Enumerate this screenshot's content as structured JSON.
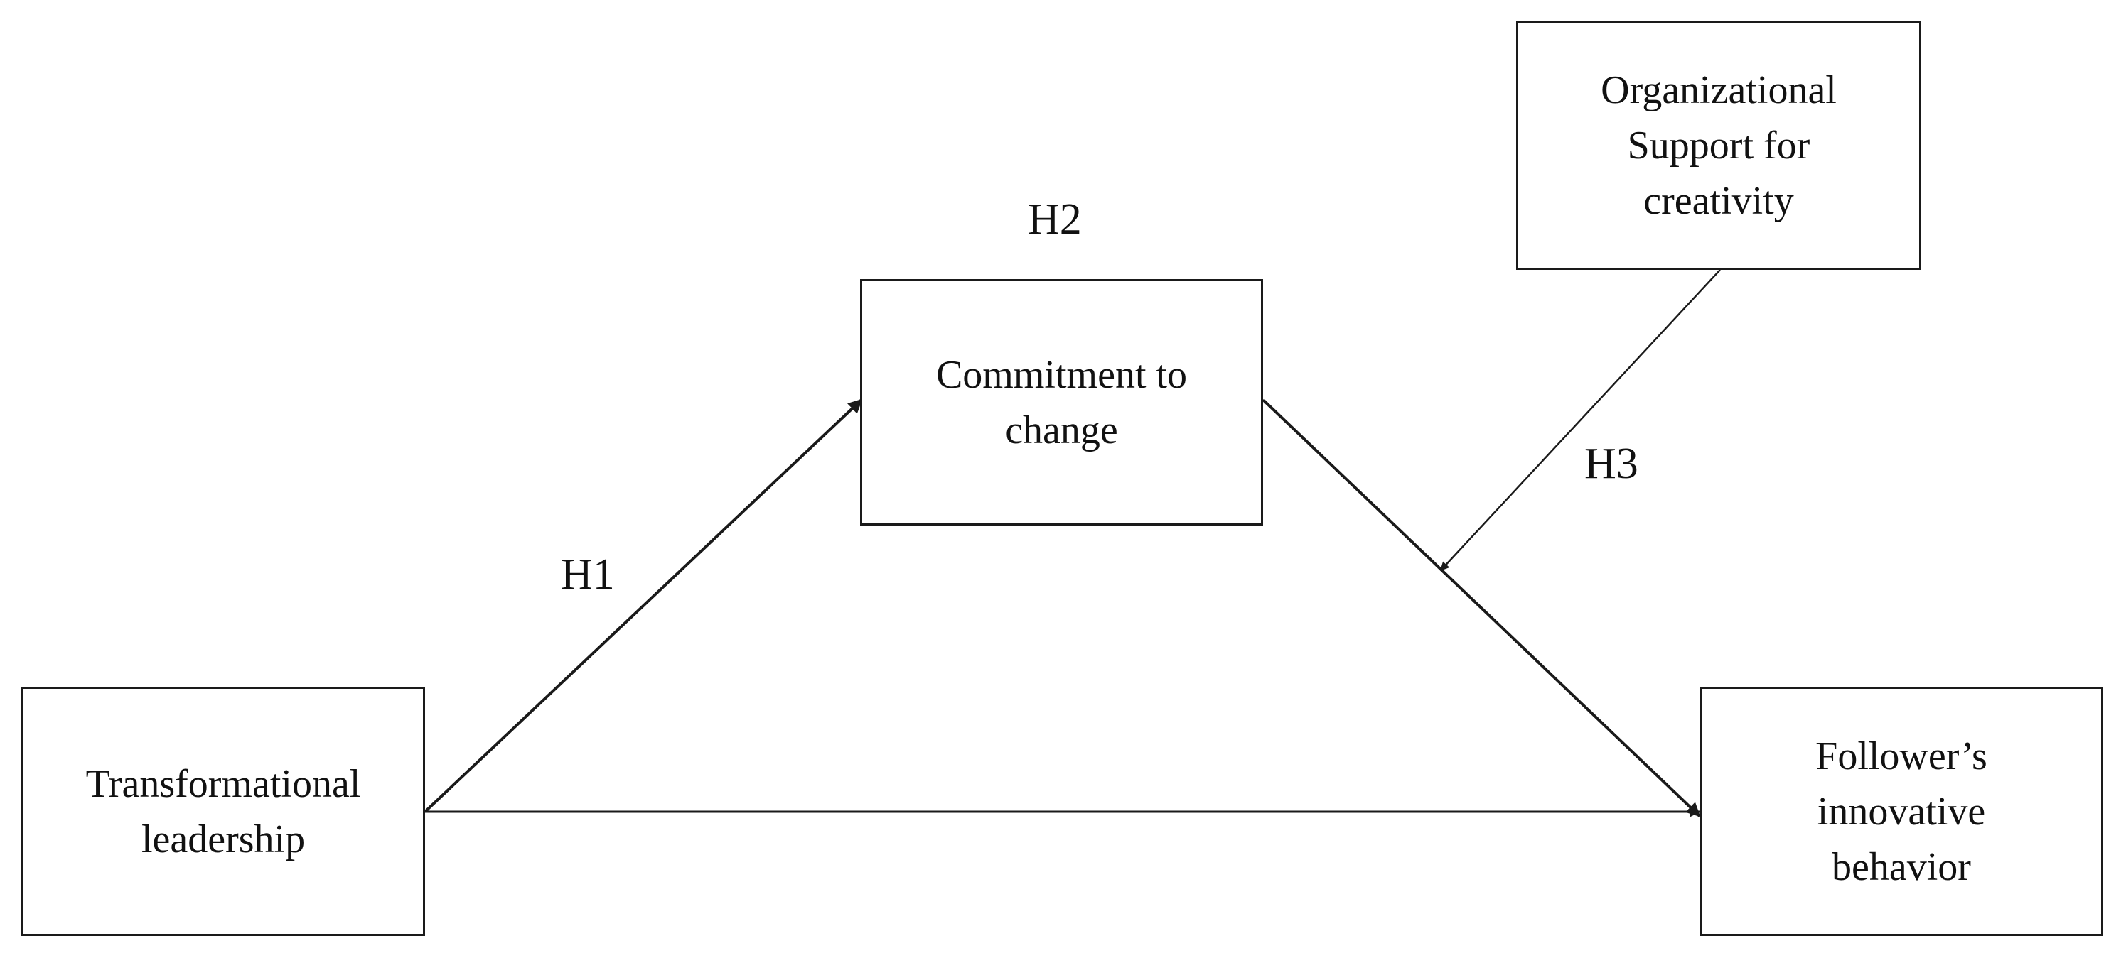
{
  "nodes": {
    "transformational": "Transformational\nleadership",
    "commitment": "Commitment to\nchange",
    "organizational": "Organizational\nSupport for\ncreativity",
    "follower": "Follower’s\ninnovative\nbehavior"
  },
  "hypotheses": {
    "h1": "H1",
    "h2": "H2",
    "h3": "H3"
  }
}
